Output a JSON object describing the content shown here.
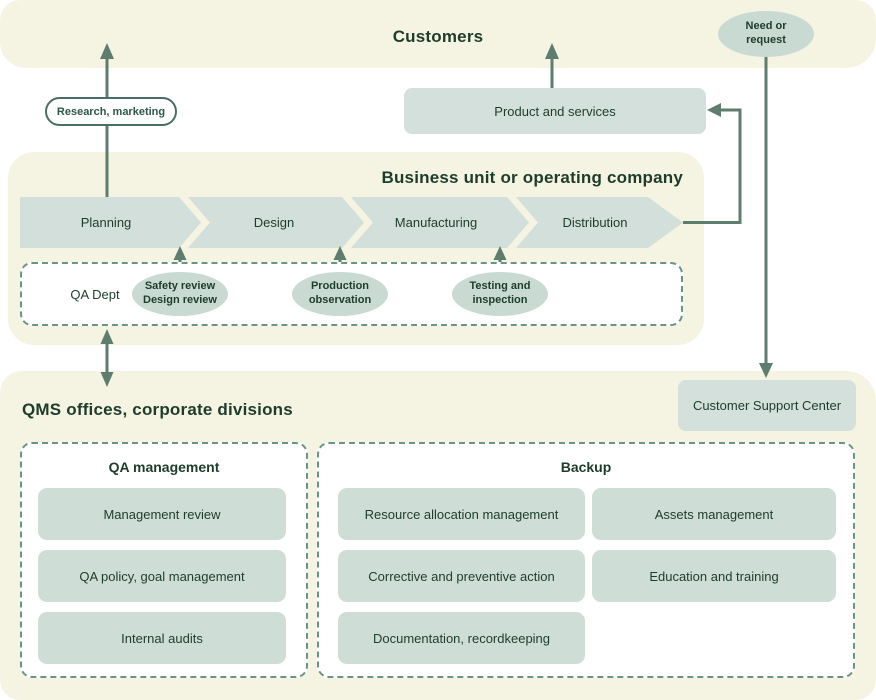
{
  "colors": {
    "band_background": "#f5f3e2",
    "box_fill": "#d4e0dc",
    "oval_fill": "#c9dad3",
    "button_fill": "#cfddd7",
    "chevron_fill": "#d2dfda",
    "arrow_line": "#5e7d6e",
    "text_green": "#1e3c2b",
    "dashed_border": "#6a9488",
    "pill_border": "#4a6f60"
  },
  "customers_band": {
    "title": "Customers",
    "need_oval": {
      "line1": "Need or",
      "line2": "request"
    }
  },
  "flow_labels": {
    "research_pill": "Research, marketing",
    "product_box": "Product and services"
  },
  "business_band": {
    "title": "Business unit or operating company",
    "process_steps": [
      "Planning",
      "Design",
      "Manufacturing",
      "Distribution"
    ],
    "qa_dept": {
      "label": "QA Dept",
      "ovals": [
        {
          "line1": "Safety review",
          "line2": "Design review"
        },
        {
          "line1": "Production",
          "line2": "observation"
        },
        {
          "line1": "Testing and",
          "line2": "inspection"
        }
      ]
    }
  },
  "qms_band": {
    "title": "QMS offices, corporate divisions",
    "support_center": "Customer Support Center",
    "qa_management": {
      "title": "QA management",
      "items": [
        "Management review",
        "QA policy, goal management",
        "Internal audits"
      ]
    },
    "backup": {
      "title": "Backup",
      "left_items": [
        "Resource allocation management",
        "Corrective and preventive action",
        "Documentation, recordkeeping"
      ],
      "right_items": [
        "Assets management",
        "Education and training"
      ]
    }
  }
}
